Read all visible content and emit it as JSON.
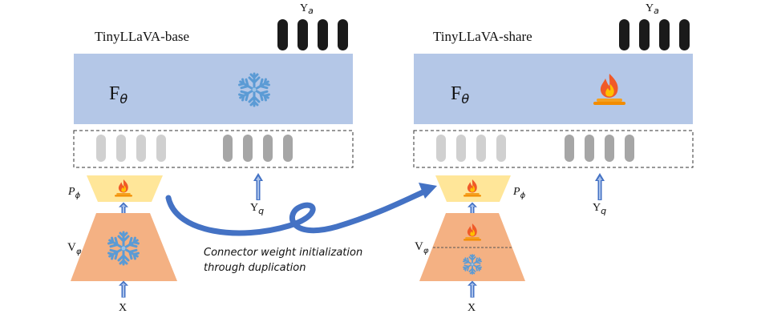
{
  "left_panel": {
    "title": "TinyLLaVA-base",
    "output_label": "Y",
    "output_sub": "a",
    "llm_label": "F",
    "llm_sub": "θ",
    "llm_state": "snowflake-icon",
    "text_input_label": "Y",
    "text_input_sub": "q",
    "connector_label": "P",
    "connector_sub": "ϕ",
    "connector_state": "fire-icon",
    "vision_label": "V",
    "vision_sub": "φ",
    "vision_state": "snowflake-icon",
    "image_input_label": "X"
  },
  "right_panel": {
    "title": "TinyLLaVA-share",
    "output_label": "Y",
    "output_sub": "a",
    "llm_label": "F",
    "llm_sub": "θ",
    "llm_state": "fire-icon",
    "text_input_label": "Y",
    "text_input_sub": "q",
    "connector_label": "P",
    "connector_sub": "ϕ",
    "connector_state": "fire-icon",
    "vision_label": "V",
    "vision_sub": "φ",
    "vision_state": "fire-icon + snowflake-icon",
    "image_input_label": "X"
  },
  "transfer": {
    "line1": "Connector weight initialization",
    "line2": "through duplication"
  },
  "colors": {
    "llm_fill": "#b4c7e7",
    "connector_fill": "#ffe699",
    "vision_fill": "#f4b183",
    "token_light": "#d0d0d0",
    "token_dark": "#a6a6a6",
    "output_token": "#1a1a1a",
    "arrow": "#4472c4",
    "snowflake": "#5b9bd5",
    "flame": "#f05a28"
  }
}
